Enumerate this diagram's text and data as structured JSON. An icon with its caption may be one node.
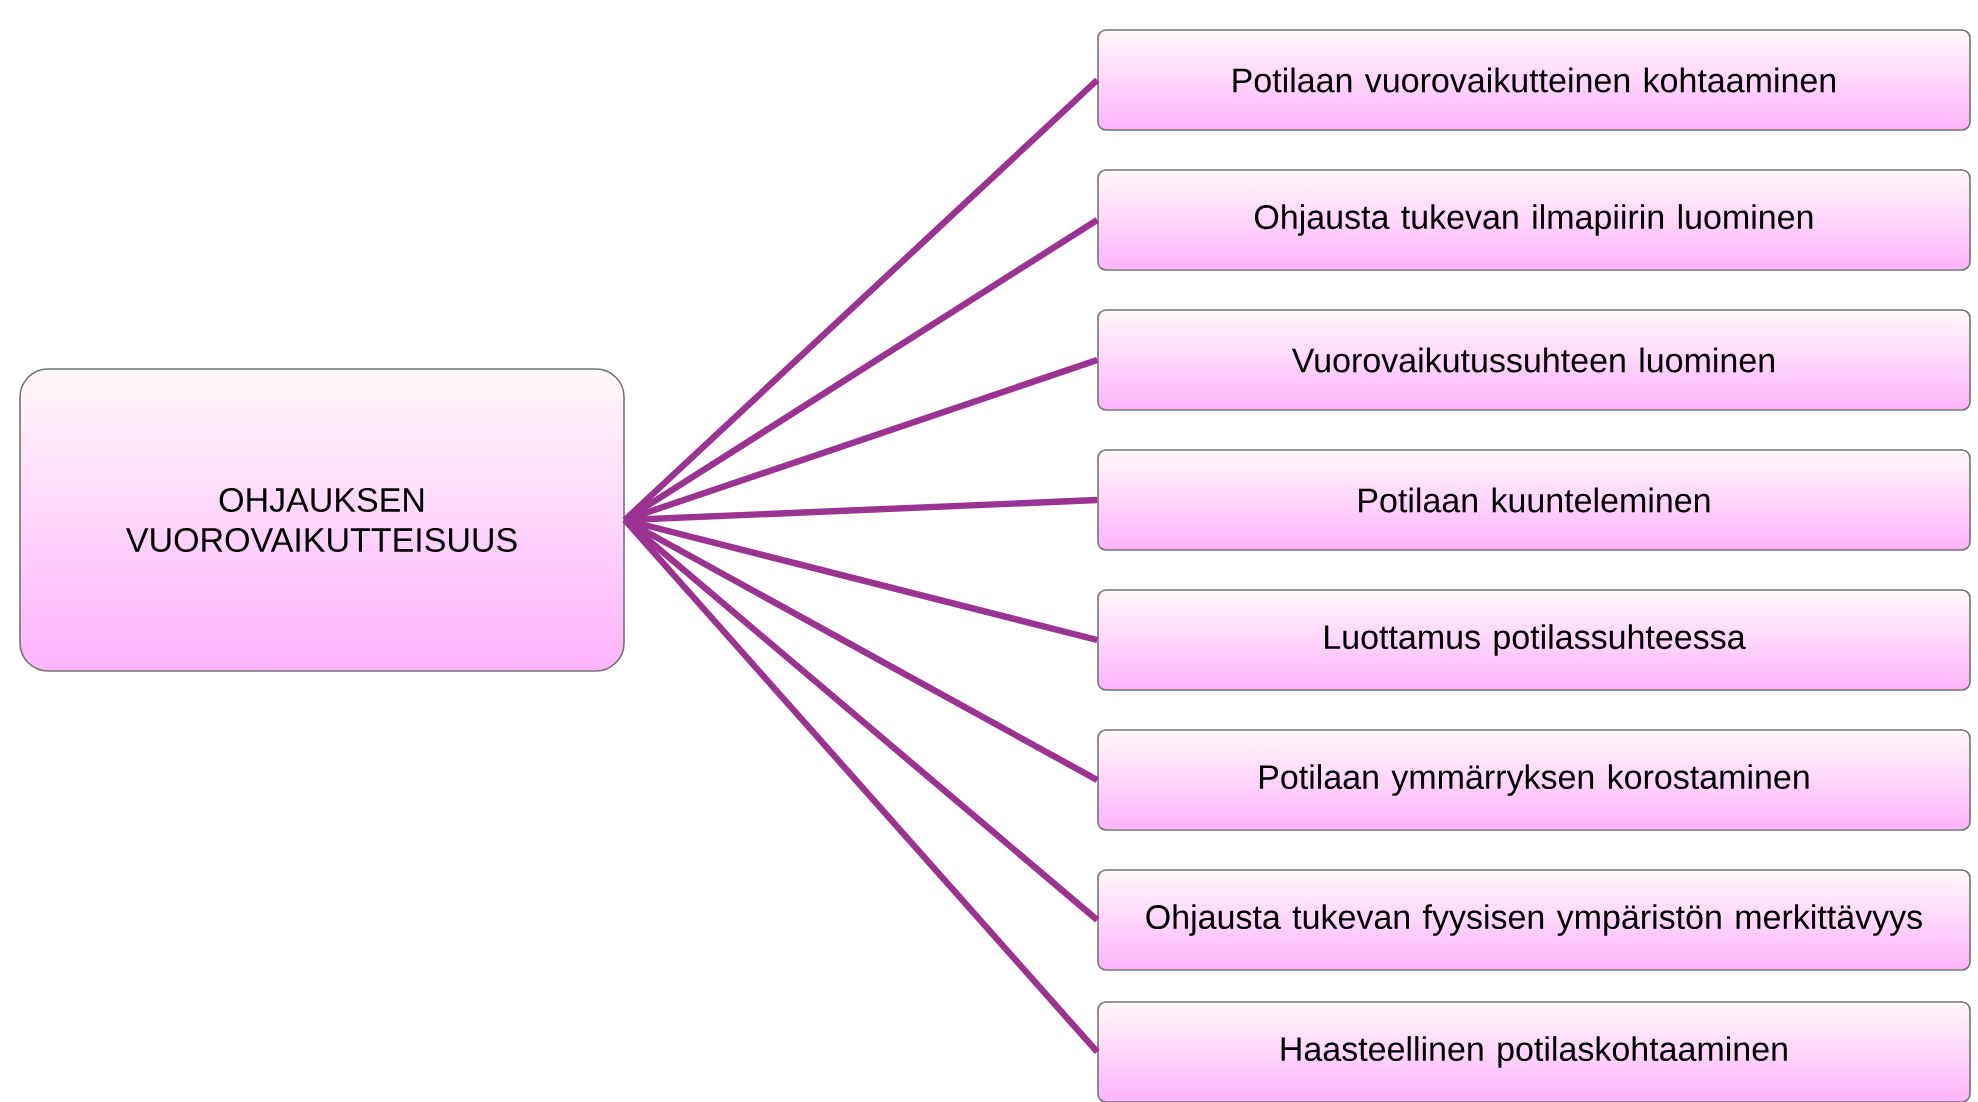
{
  "diagram": {
    "nodes": [
      {
        "text": [
          "OHJAUKSEN VUOROVAIKUTTEISUUS"
        ]
      },
      {
        "text": [
          "Potilaan vuorovaikutteinen kohtaaminen"
        ]
      },
      {
        "text": [
          "Ohjausta tukevan ilmapiirin luominen"
        ]
      },
      {
        "text": [
          "Vuorovaikutussuhteen luominen"
        ]
      },
      {
        "text": [
          "Potilaan kuunteleminen"
        ]
      },
      {
        "text": [
          "Luottamus potilassuhteessa"
        ]
      },
      {
        "text": [
          "Potilaan ymmärryksen korostaminen"
        ]
      },
      {
        "text": [
          "Ohjausta tukevan fyysisen ympäristön merkittävyys"
        ]
      },
      {
        "text": [
          "Haasteellinen potilaskohtaaminen"
        ]
      }
    ],
    "edges": [
      {
        "from": 0,
        "to": 1,
        "arrow": "none"
      },
      {
        "from": 0,
        "to": 2,
        "arrow": "none"
      },
      {
        "from": 0,
        "to": 3,
        "arrow": "none"
      },
      {
        "from": 0,
        "to": 4,
        "arrow": "none"
      },
      {
        "from": 0,
        "to": 5,
        "arrow": "none"
      },
      {
        "from": 0,
        "to": 6,
        "arrow": "none"
      },
      {
        "from": 0,
        "to": 7,
        "arrow": "none"
      },
      {
        "from": 0,
        "to": 8,
        "arrow": "none"
      }
    ]
  }
}
